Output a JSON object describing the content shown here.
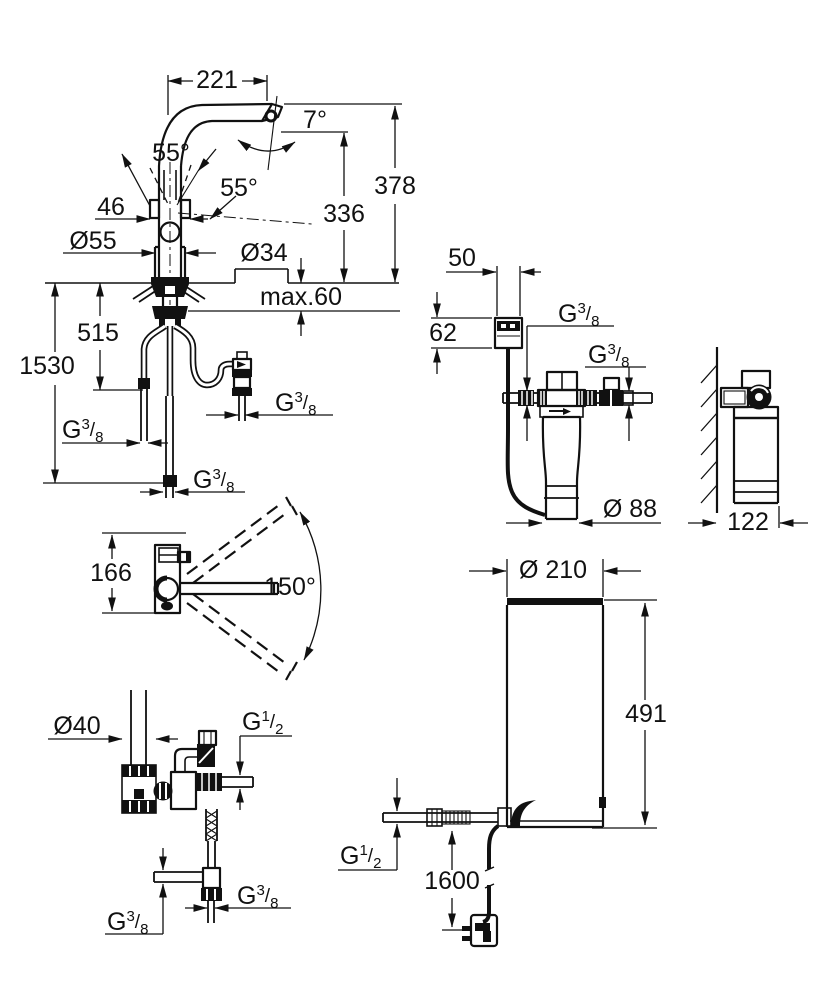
{
  "drawing": {
    "background": "#ffffff",
    "ink": "#111111",
    "threads": {
      "g38": {
        "base": "G",
        "sup": "3",
        "slash": "/",
        "sub": "8"
      },
      "g12": {
        "base": "G",
        "sup": "1",
        "slash": "/",
        "sub": "2"
      }
    },
    "faucet_front": {
      "spout_reach": "221",
      "spout_angle": "7°",
      "height_to_spout_top": "378",
      "height_to_outlet": "336",
      "lever_angle_front": "55°",
      "lever_angle_side": "55°",
      "body_width": "46",
      "body_diameter": "Ø55",
      "hole_diameter": "Ø34",
      "max_counter_thickness": "max.60",
      "supply_hose_length": "515",
      "filter_hose_length": "1530"
    },
    "faucet_top": {
      "body_depth": "166",
      "swivel_angle": "150°"
    },
    "filter_set": {
      "control_box_width": "50",
      "control_box_height": "62",
      "filter_diameter": "Ø 88",
      "wall_clearance": "122"
    },
    "safety_valve": {
      "adapter_diameter": "Ø40"
    },
    "boiler": {
      "diameter": "Ø 210",
      "height": "491",
      "cable_length": "1600"
    }
  }
}
